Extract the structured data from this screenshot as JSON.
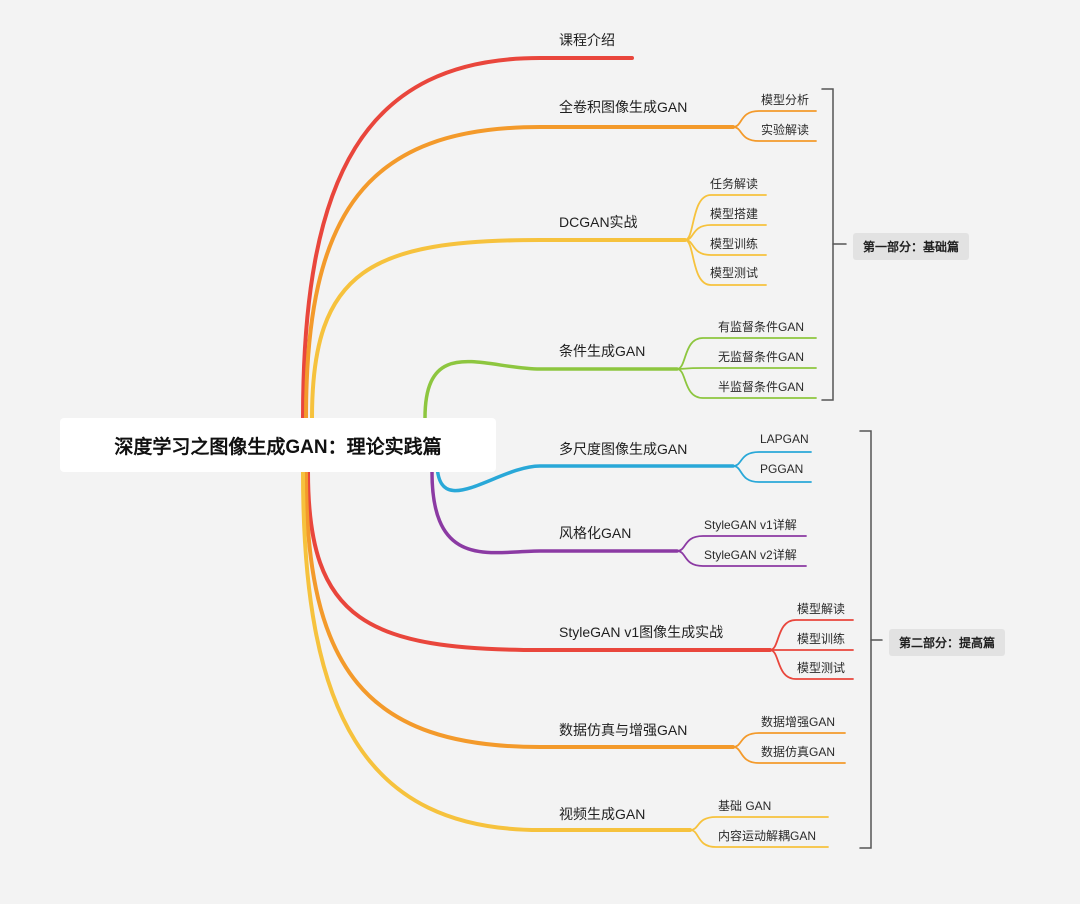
{
  "root": {
    "title": "深度学习之图像生成GAN：理论实践篇"
  },
  "topics": [
    {
      "label": "课程介绍",
      "color": "#e9463c",
      "children": []
    },
    {
      "label": "全卷积图像生成GAN",
      "color": "#f39a2b",
      "children": [
        "模型分析",
        "实验解读"
      ]
    },
    {
      "label": "DCGAN实战",
      "color": "#f6c23d",
      "children": [
        "任务解读",
        "模型搭建",
        "模型训练",
        "模型测试"
      ]
    },
    {
      "label": "条件生成GAN",
      "color": "#8dc63f",
      "children": [
        "有监督条件GAN",
        "无监督条件GAN",
        "半监督条件GAN"
      ]
    },
    {
      "label": "多尺度图像生成GAN",
      "color": "#29a8d8",
      "children": [
        "LAPGAN",
        "PGGAN"
      ]
    },
    {
      "label": "风格化GAN",
      "color": "#8b3aa3",
      "children": [
        "StyleGAN v1详解",
        "StyleGAN v2详解"
      ]
    },
    {
      "label": "StyleGAN v1图像生成实战",
      "color": "#e9463c",
      "children": [
        "模型解读",
        "模型训练",
        "模型测试"
      ]
    },
    {
      "label": "数据仿真与增强GAN",
      "color": "#f39a2b",
      "children": [
        "数据增强GAN",
        "数据仿真GAN"
      ]
    },
    {
      "label": "视频生成GAN",
      "color": "#f6c23d",
      "children": [
        "基础 GAN",
        "内容运动解耦GAN"
      ]
    }
  ],
  "parts": [
    {
      "label": "第一部分：基础篇"
    },
    {
      "label": "第二部分：提高篇"
    }
  ]
}
